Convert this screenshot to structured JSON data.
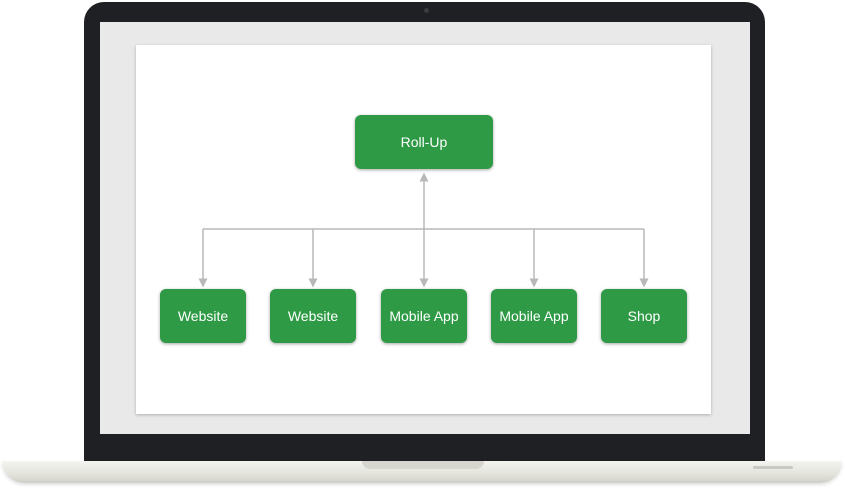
{
  "colors": {
    "node_fill": "#2e9a45",
    "connector": "#b8b8b8",
    "laptop_bezel": "#1f2024"
  },
  "diagram": {
    "root": {
      "label": "Roll-Up"
    },
    "children": [
      {
        "label": "Website"
      },
      {
        "label": "Website"
      },
      {
        "label": "Mobile App"
      },
      {
        "label": "Mobile App"
      },
      {
        "label": "Shop"
      }
    ]
  }
}
